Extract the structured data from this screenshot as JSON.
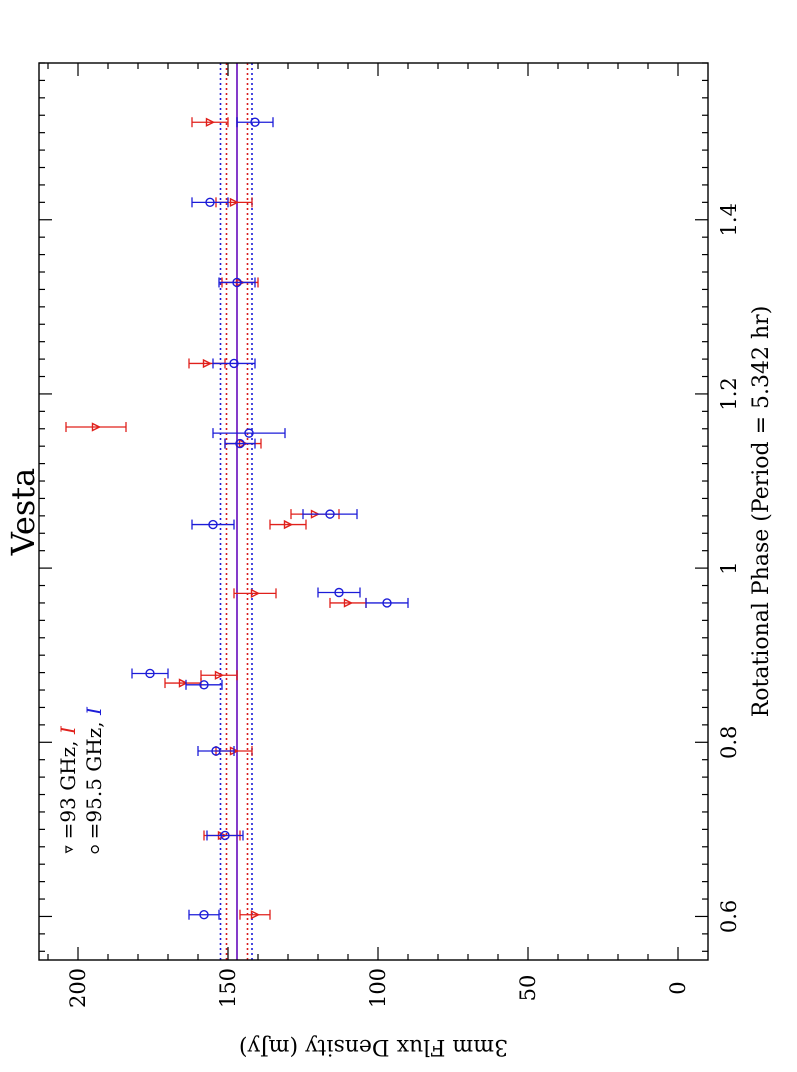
{
  "chart_data": {
    "type": "scatter",
    "title": "Vesta",
    "xlabel": "Rotational Phase (Period = 5.342 hr)",
    "ylabel": "3mm Flux Density (mJy)",
    "xlim": [
      0.55,
      1.58
    ],
    "ylim": [
      -10,
      213
    ],
    "x_major_ticks": [
      0.6,
      0.8,
      1,
      1.2,
      1.4
    ],
    "x_tick_labels": [
      "0.6",
      "0.8",
      "1",
      "1.2",
      "1.4"
    ],
    "y_major_ticks": [
      0,
      50,
      100,
      150,
      200
    ],
    "y_tick_labels": [
      "0",
      "50",
      "100",
      "150",
      "200"
    ],
    "orientation": "rotated 90 degrees counter-clockwise (flux axis horizontal, phase axis vertical)",
    "grid": false,
    "legend_position": "bottom-left of plot (as rotated)",
    "legend": [
      {
        "symbol": "triangle",
        "text": "=93 GHz, ",
        "tag": "I",
        "color": "#e0201b"
      },
      {
        "symbol": "circle",
        "text": "=95.5 GHz, ",
        "tag": "I",
        "color": "#1c1cd8"
      }
    ],
    "series": [
      {
        "name": "93 GHz",
        "marker": "triangle",
        "color": "#e0201b",
        "points": [
          {
            "x": 0.602,
            "y": 141,
            "err": 5
          },
          {
            "x": 0.693,
            "y": 152,
            "err": 6
          },
          {
            "x": 0.79,
            "y": 148,
            "err": 6
          },
          {
            "x": 0.868,
            "y": 165,
            "err": 6
          },
          {
            "x": 0.877,
            "y": 153,
            "err": 6
          },
          {
            "x": 0.971,
            "y": 141,
            "err": 7
          },
          {
            "x": 0.96,
            "y": 110,
            "err": 6
          },
          {
            "x": 1.05,
            "y": 130,
            "err": 6
          },
          {
            "x": 1.062,
            "y": 121,
            "err": 8
          },
          {
            "x": 1.143,
            "y": 145,
            "err": 6
          },
          {
            "x": 1.162,
            "y": 194,
            "err": 10
          },
          {
            "x": 1.235,
            "y": 157,
            "err": 6
          },
          {
            "x": 1.328,
            "y": 146,
            "err": 6
          },
          {
            "x": 1.42,
            "y": 148,
            "err": 6
          },
          {
            "x": 1.512,
            "y": 156,
            "err": 6
          }
        ]
      },
      {
        "name": "95.5 GHz",
        "marker": "circle",
        "color": "#1c1cd8",
        "points": [
          {
            "x": 0.602,
            "y": 158,
            "err": 5
          },
          {
            "x": 0.693,
            "y": 151,
            "err": 6
          },
          {
            "x": 0.79,
            "y": 154,
            "err": 6
          },
          {
            "x": 0.866,
            "y": 158,
            "err": 6
          },
          {
            "x": 0.879,
            "y": 176,
            "err": 6
          },
          {
            "x": 0.96,
            "y": 97,
            "err": 7
          },
          {
            "x": 0.972,
            "y": 113,
            "err": 7
          },
          {
            "x": 1.05,
            "y": 155,
            "err": 7
          },
          {
            "x": 1.062,
            "y": 116,
            "err": 9
          },
          {
            "x": 1.143,
            "y": 146,
            "err": 5
          },
          {
            "x": 1.155,
            "y": 143,
            "err": 12
          },
          {
            "x": 1.235,
            "y": 148,
            "err": 7
          },
          {
            "x": 1.328,
            "y": 147,
            "err": 6
          },
          {
            "x": 1.42,
            "y": 156,
            "err": 6
          },
          {
            "x": 1.512,
            "y": 141,
            "err": 6
          }
        ]
      }
    ],
    "reference_lines": [
      {
        "y": 147,
        "style": "solid",
        "color": "#d81c1c"
      },
      {
        "y": 147,
        "style": "solid",
        "color": "#7a3ad8"
      },
      {
        "y": 150.5,
        "style": "dotted",
        "color": "#d81c1c"
      },
      {
        "y": 152.5,
        "style": "dotted",
        "color": "#1c1cd8"
      },
      {
        "y": 143.5,
        "style": "dotted",
        "color": "#d81c1c"
      },
      {
        "y": 142,
        "style": "dotted",
        "color": "#1c1cd8"
      }
    ]
  }
}
